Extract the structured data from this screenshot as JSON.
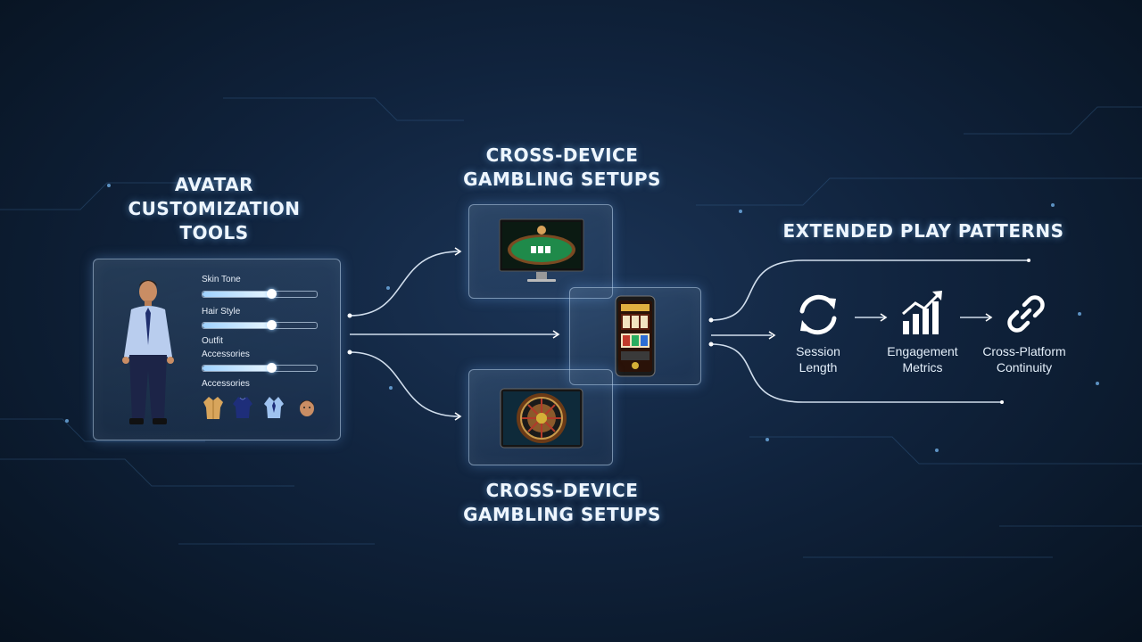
{
  "avatar_section": {
    "title_lines": [
      "AVATAR",
      "CUSTOMIZATION",
      "TOOLS"
    ],
    "sliders": [
      {
        "label": "Skin Tone",
        "value": 0.6
      },
      {
        "label": "Hair Style",
        "value": 0.6
      },
      {
        "label": "Outfit",
        "value": null
      },
      {
        "label": "Accessories",
        "value": 0.6
      }
    ],
    "accessories_label": "Accessories",
    "accessory_icons": [
      "jacket-icon",
      "sweater-icon",
      "shirt-icon",
      "face-icon"
    ]
  },
  "devices_section": {
    "top_title_lines": [
      "CROSS-DEVICE",
      "GAMBLING SETUPS"
    ],
    "bottom_title_lines": [
      "CROSS-DEVICE",
      "GAMBLING SETUPS"
    ],
    "devices": [
      "desktop-poker-table",
      "mobile-slot-machine",
      "tablet-roulette"
    ]
  },
  "patterns_section": {
    "title": "EXTENDED PLAY PATTERNS",
    "metrics": [
      {
        "icon": "refresh-cycle-icon",
        "lines": [
          "Session",
          "Length"
        ]
      },
      {
        "icon": "bar-chart-growth-icon",
        "lines": [
          "Engagement",
          "Metrics"
        ]
      },
      {
        "icon": "chain-link-icon",
        "lines": [
          "Cross-Platform",
          "Continuity"
        ]
      }
    ]
  },
  "colors": {
    "accent": "#9fd2ff",
    "line": "#e6f2ff",
    "background": "#10233d"
  }
}
